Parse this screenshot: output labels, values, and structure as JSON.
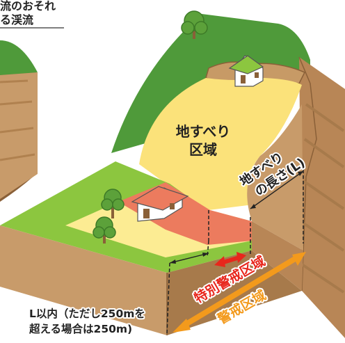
{
  "header_fragment": {
    "line1": "流のおそれ",
    "line2": "る渓流"
  },
  "landslide_area": {
    "line1": "地すべり",
    "line2": "区域"
  },
  "landslide_length": {
    "line1": "地すべり",
    "line2": "の長さ(L)"
  },
  "special_warning_zone": "特別警戒区域",
  "warning_zone": "警戒区域",
  "distance_note": {
    "line1": "L以内（ただし250mを",
    "line2": "超える場合は250m)"
  },
  "colors": {
    "mountain_green": "#4f9a3a",
    "slide_yellow": "#fbe27a",
    "land_green": "#8cc63f",
    "pale_yellow": "#fcec93",
    "special_red": "#ec7b5e",
    "soil_brown": "#c89b6a",
    "soil_dark": "#a77a4b",
    "arrow_red": "#e8261c",
    "arrow_orange": "#f39a1c",
    "text_red": "#e8261c",
    "text_orange": "#f39a1c"
  }
}
